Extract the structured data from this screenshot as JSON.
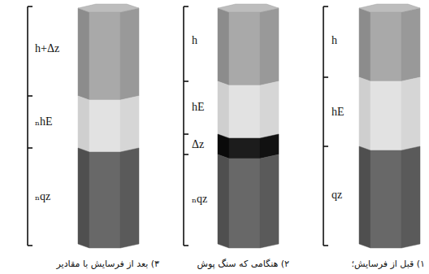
{
  "diagram": {
    "labels": [
      "h+Δz",
      "ₙhE",
      "ₙqz",
      "h",
      "hE",
      "Δz",
      "ₙqz",
      "h",
      "hE",
      "qz",
      "۳) بعد از فرسایش با مقادیر",
      "۲) هنگامی که سنگ پوش",
      "۱) قبل از فرسایش؛"
    ]
  }
}
